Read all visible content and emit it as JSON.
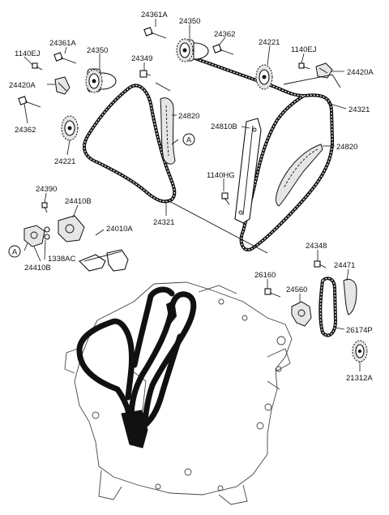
{
  "labels": {
    "p24361A_top": "24361A",
    "p24350_top": "24350",
    "p24362_right": "24362",
    "p24221_right": "24221",
    "p1140EJ_right": "1140EJ",
    "p24420A_right": "24420A",
    "p24321_right": "24321",
    "p24810B": "24810B",
    "p24820_right": "24820",
    "p24361A_left": "24361A",
    "p1140EJ_left": "1140EJ",
    "p24350_left": "24350",
    "p24349": "24349",
    "p24420A_left": "24420A",
    "p24820_left": "24820",
    "p24362_left": "24362",
    "p24221_left": "24221",
    "marker_a_right": "A",
    "p1140HG": "1140HG",
    "p24321_left": "24321",
    "p24390": "24390",
    "p24410B_top": "24410B",
    "p24010A": "24010A",
    "marker_a_left": "A",
    "p1338AC": "1338AC",
    "p24410B_bottom": "24410B",
    "p24348": "24348",
    "p24471": "24471",
    "p26160": "26160",
    "p24560": "24560",
    "p26174P": "26174P",
    "p21312A": "21312A"
  }
}
